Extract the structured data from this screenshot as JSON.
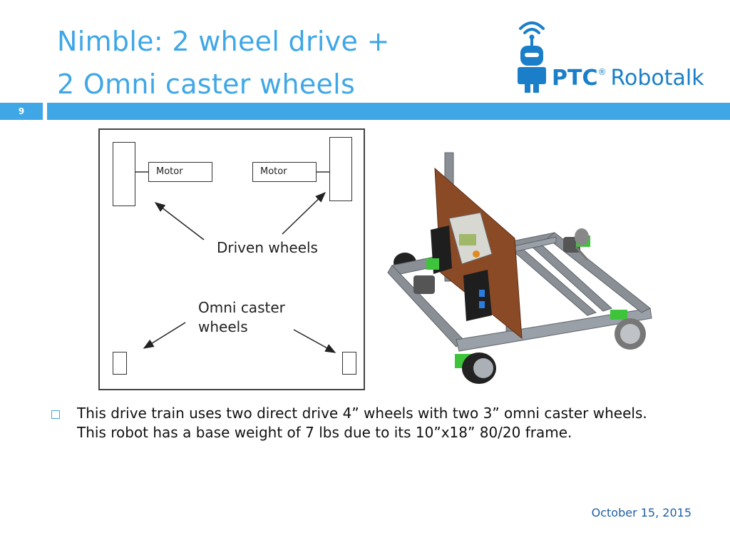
{
  "slide": {
    "title_line1": "Nimble: 2 wheel drive +",
    "title_line2": "2 Omni caster wheels",
    "number": "9",
    "date": "October 15, 2015"
  },
  "logo": {
    "brand": "PTC",
    "registered_mark": "®",
    "product": "Robotalk",
    "icon": "robot-wifi-icon"
  },
  "diagram": {
    "motor_left": "Motor",
    "motor_right": "Motor",
    "driven_label": "Driven wheels",
    "omni_label_line1": "Omni caster",
    "omni_label_line2": "wheels"
  },
  "robot_image": {
    "description_icon": "robot-chassis-image"
  },
  "bullets": [
    {
      "text": "This drive train uses two direct drive 4” wheels with two 3” omni caster wheels. This robot has a base weight of 7 lbs due to its 10”x18” 80/20 frame."
    }
  ],
  "colors": {
    "accent": "#3fa7e6",
    "logo_blue": "#1a7fc8",
    "date_blue": "#1f5fa8",
    "board_brown": "#8b4a26",
    "wheel_green": "#3ec43a",
    "frame_gray": "#8a8f96"
  }
}
